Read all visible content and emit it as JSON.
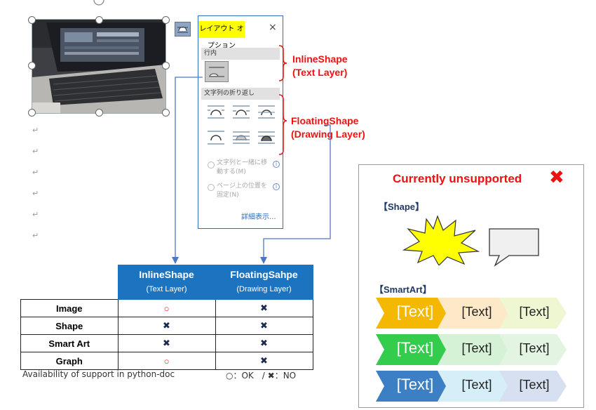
{
  "panel": {
    "title": "レイアウト オプション",
    "close_icon": "×",
    "section_inline": "行内",
    "section_wrap": "文字列の折り返し",
    "option_move": "文字列と一緒に移動する(M)",
    "option_move_line1": "文字列と一緒に移",
    "option_move_line2": "動する(M)",
    "option_fix_line1": "ページ上の位置を",
    "option_fix_line2": "固定(N)",
    "more_link": "詳細表示..."
  },
  "labels": {
    "inline_line1": "InlineShape",
    "inline_line2": "(Text Layer)",
    "floating_line1": "FloatingShape",
    "floating_line2": "(Drawing Layer)"
  },
  "table": {
    "col_headers": [
      {
        "title": "InlineShape",
        "sub": "(Text Layer)"
      },
      {
        "title": "FloatingSahpe",
        "sub": "(Drawing Layer)"
      }
    ],
    "rows": [
      {
        "label": "Image",
        "inline": "○",
        "floating": "✖"
      },
      {
        "label": "Shape",
        "inline": "✖",
        "floating": "✖"
      },
      {
        "label": "Smart Art",
        "inline": "✖",
        "floating": "✖"
      },
      {
        "label": "Graph",
        "inline": "○",
        "floating": "✖"
      }
    ],
    "caption": "Availability of support in python-doc",
    "legend": "○：OK　/ ✖：NO"
  },
  "unsupported": {
    "title": "Currently unsupported",
    "x_icon": "✖",
    "shape_header": "【Shape】",
    "smartart_header": "【SmartArt】",
    "chevron_rows": [
      {
        "labels": [
          "[Text]",
          "[Text]",
          "[Text]"
        ],
        "colors": [
          "#f5b800",
          "#fde8c8",
          "#eef7d2"
        ]
      },
      {
        "labels": [
          "[Text]",
          "[Text]",
          "[Text]"
        ],
        "colors": [
          "#33cc4d",
          "#d6f2d6",
          "#e3f4e3"
        ]
      },
      {
        "labels": [
          "[Text]",
          "[Text]",
          "[Text]"
        ],
        "colors": [
          "#3c7fc4",
          "#d6eef7",
          "#d6e0f0"
        ]
      }
    ]
  },
  "colors": {
    "accent_blue": "#1c74c0",
    "label_red": "#ee1111",
    "panel_highlight": "#ffff00"
  }
}
